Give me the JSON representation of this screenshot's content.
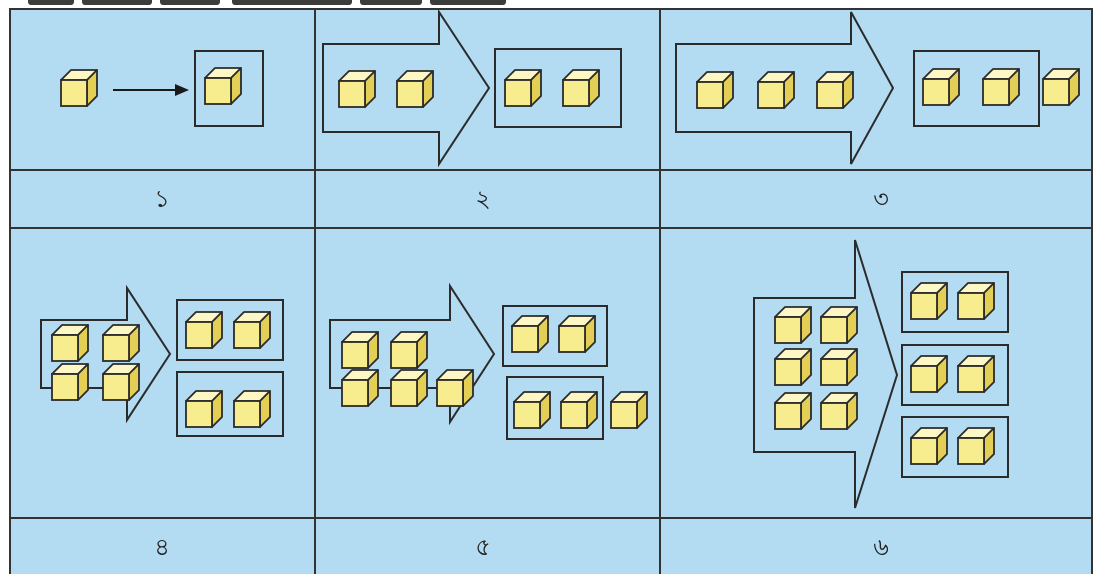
{
  "colors": {
    "cell_background": "#b3dcf2",
    "grid_line": "#333333",
    "cube_front": "#f7ec8e",
    "cube_top": "#fdf7c5",
    "cube_side": "#e3cf55",
    "outline": "#2b2b2b"
  },
  "icons": {
    "cube": "cube-icon",
    "arrow": "arrow-icon"
  },
  "panels": [
    {
      "label": "১",
      "input_count": 1,
      "box_groups": [
        1
      ],
      "remainder": 0
    },
    {
      "label": "২",
      "input_count": 2,
      "box_groups": [
        2
      ],
      "remainder": 0
    },
    {
      "label": "৩",
      "input_count": 3,
      "box_groups": [
        2
      ],
      "remainder": 1
    },
    {
      "label": "৪",
      "input_count": 4,
      "box_groups": [
        2,
        2
      ],
      "remainder": 0
    },
    {
      "label": "৫",
      "input_count": 5,
      "box_groups": [
        2,
        2
      ],
      "remainder": 1
    },
    {
      "label": "৬",
      "input_count": 6,
      "box_groups": [
        2,
        2,
        2
      ],
      "remainder": 0
    }
  ]
}
